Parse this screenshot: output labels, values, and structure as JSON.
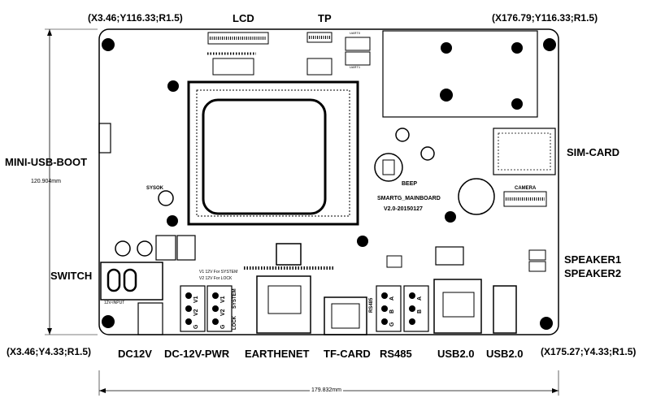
{
  "coords": {
    "top_left": "(X3.46;Y116.33;R1.5)",
    "top_right": "(X176.79;Y116.33;R1.5)",
    "bottom_left": "(X3.46;Y4.33;R1.5)",
    "bottom_right": "(X175.27;Y4.33;R1.5)"
  },
  "labels": {
    "lcd": "LCD",
    "tp": "TP",
    "mini_usb_boot": "MINI-USB-BOOT",
    "switch": "SWITCH",
    "sim_card": "SIM-CARD",
    "speaker1": "SPEAKER1",
    "speaker2": "SPEAKER2"
  },
  "bottom_labels": [
    "DC12V",
    "DC-12V-PWR",
    "EARTHENET",
    "TF-CARD",
    "RS485",
    "USB2.0",
    "USB2.0"
  ],
  "dimensions": {
    "height": "120.904mm",
    "width": "179.832mm"
  },
  "board": {
    "name": "SMARTG_MAINBOARD",
    "version": "V2.0-20150127",
    "beep": "BEEP",
    "camera": "CAMERA",
    "sysok": "SYSOK",
    "dc12v_input": "12V-INPUT",
    "rs485_silk": "RS485",
    "lock": "LOCK",
    "system": "SYSTEM",
    "v1_12v_pwr": "V1 12V For SYSTEM",
    "v2_12v_pwr": "V2 12V For LOCK",
    "terminal_pins": [
      "G",
      "V2",
      "V1",
      "V1",
      "V2",
      "G"
    ],
    "rs485_pins": [
      "A",
      "B",
      "G",
      "B",
      "A"
    ],
    "uart0": "UART0",
    "uart1": "UART1"
  },
  "colors": {
    "ink": "#000000",
    "board_fill": "#ffffff",
    "hole_fill": "#000000"
  }
}
